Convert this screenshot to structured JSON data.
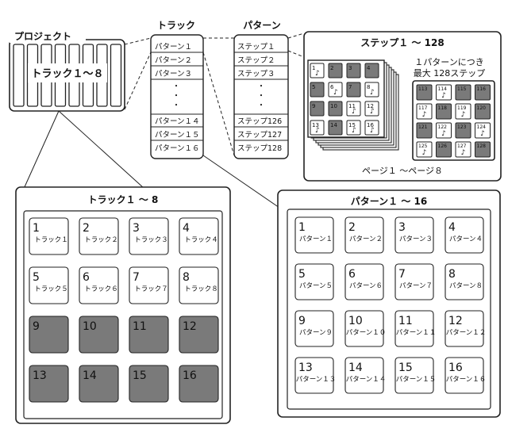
{
  "project": {
    "label": "プロジェクト",
    "overlay_label": "トラック１～８"
  },
  "track_column": {
    "heading": "トラック",
    "items_top": [
      "パターン１",
      "パターン２",
      "パターン３"
    ],
    "ellipsis": "・\n・\n・",
    "items_bottom": [
      "パターン１４",
      "パターン１５",
      "パターン１６"
    ]
  },
  "pattern_column": {
    "heading": "パターン",
    "items_top": [
      "ステップ１",
      "ステップ２",
      "ステップ３"
    ],
    "items_bottom": [
      "ステップ126",
      "ステップ127",
      "ステップ128"
    ]
  },
  "steps_panel": {
    "title": "ステップ１ ～ 128",
    "note_line1": "１パターンにつき",
    "note_line2": "最大 128ステップ",
    "footer": "ページ１ ～ページ８",
    "small_grid": [
      {
        "num": "1",
        "note": true,
        "dark": false
      },
      {
        "num": "2",
        "note": false,
        "dark": true
      },
      {
        "num": "3",
        "note": false,
        "dark": true
      },
      {
        "num": "4",
        "note": false,
        "dark": true
      },
      {
        "num": "5",
        "note": false,
        "dark": true
      },
      {
        "num": "6",
        "note": true,
        "dark": false
      },
      {
        "num": "7",
        "note": false,
        "dark": true
      },
      {
        "num": "8",
        "note": true,
        "dark": false
      },
      {
        "num": "9",
        "note": false,
        "dark": true
      },
      {
        "num": "10",
        "note": false,
        "dark": true
      },
      {
        "num": "11",
        "note": true,
        "dark": false
      },
      {
        "num": "12",
        "note": true,
        "dark": false
      },
      {
        "num": "13",
        "note": true,
        "dark": false
      },
      {
        "num": "14",
        "note": false,
        "dark": true
      },
      {
        "num": "15",
        "note": true,
        "dark": false
      },
      {
        "num": "16",
        "note": true,
        "dark": false
      }
    ],
    "big_grid": [
      {
        "num": "113",
        "note": false,
        "dark": true
      },
      {
        "num": "114",
        "note": true,
        "dark": false
      },
      {
        "num": "115",
        "note": false,
        "dark": true
      },
      {
        "num": "116",
        "note": false,
        "dark": true
      },
      {
        "num": "117",
        "note": true,
        "dark": false
      },
      {
        "num": "118",
        "note": false,
        "dark": true
      },
      {
        "num": "119",
        "note": true,
        "dark": false
      },
      {
        "num": "120",
        "note": false,
        "dark": true
      },
      {
        "num": "121",
        "note": false,
        "dark": true
      },
      {
        "num": "122",
        "note": true,
        "dark": false
      },
      {
        "num": "123",
        "note": false,
        "dark": true
      },
      {
        "num": "124",
        "note": true,
        "dark": false
      },
      {
        "num": "125",
        "note": true,
        "dark": false
      },
      {
        "num": "126",
        "note": false,
        "dark": true
      },
      {
        "num": "127",
        "note": true,
        "dark": false
      },
      {
        "num": "128",
        "note": false,
        "dark": true
      }
    ]
  },
  "tracks_panel": {
    "title": "トラック１ ～ 8",
    "pads": [
      {
        "num": "1",
        "sub": "トラック１",
        "dark": false
      },
      {
        "num": "2",
        "sub": "トラック２",
        "dark": false
      },
      {
        "num": "3",
        "sub": "トラック３",
        "dark": false
      },
      {
        "num": "4",
        "sub": "トラック４",
        "dark": false
      },
      {
        "num": "5",
        "sub": "トラック５",
        "dark": false
      },
      {
        "num": "6",
        "sub": "トラック６",
        "dark": false
      },
      {
        "num": "7",
        "sub": "トラック７",
        "dark": false
      },
      {
        "num": "8",
        "sub": "トラック８",
        "dark": false
      },
      {
        "num": "9",
        "sub": "",
        "dark": true
      },
      {
        "num": "10",
        "sub": "",
        "dark": true
      },
      {
        "num": "11",
        "sub": "",
        "dark": true
      },
      {
        "num": "12",
        "sub": "",
        "dark": true
      },
      {
        "num": "13",
        "sub": "",
        "dark": true
      },
      {
        "num": "14",
        "sub": "",
        "dark": true
      },
      {
        "num": "15",
        "sub": "",
        "dark": true
      },
      {
        "num": "16",
        "sub": "",
        "dark": true
      }
    ]
  },
  "patterns_panel": {
    "title": "パターン１ ～ 16",
    "pads": [
      {
        "num": "1",
        "sub": "パターン１"
      },
      {
        "num": "2",
        "sub": "パターン２"
      },
      {
        "num": "3",
        "sub": "パターン３"
      },
      {
        "num": "4",
        "sub": "パターン４"
      },
      {
        "num": "5",
        "sub": "パターン５"
      },
      {
        "num": "6",
        "sub": "パターン６"
      },
      {
        "num": "7",
        "sub": "パターン７"
      },
      {
        "num": "8",
        "sub": "パターン８"
      },
      {
        "num": "9",
        "sub": "パターン９"
      },
      {
        "num": "10",
        "sub": "パターン１０"
      },
      {
        "num": "11",
        "sub": "パターン１１"
      },
      {
        "num": "12",
        "sub": "パターン１２"
      },
      {
        "num": "13",
        "sub": "パターン１３"
      },
      {
        "num": "14",
        "sub": "パターン１４"
      },
      {
        "num": "15",
        "sub": "パターン１５"
      },
      {
        "num": "16",
        "sub": "パターン１６"
      }
    ]
  },
  "colors": {
    "line": "#222222",
    "pad_dark": "#7a7a7a",
    "pad_light": "#ffffff"
  }
}
